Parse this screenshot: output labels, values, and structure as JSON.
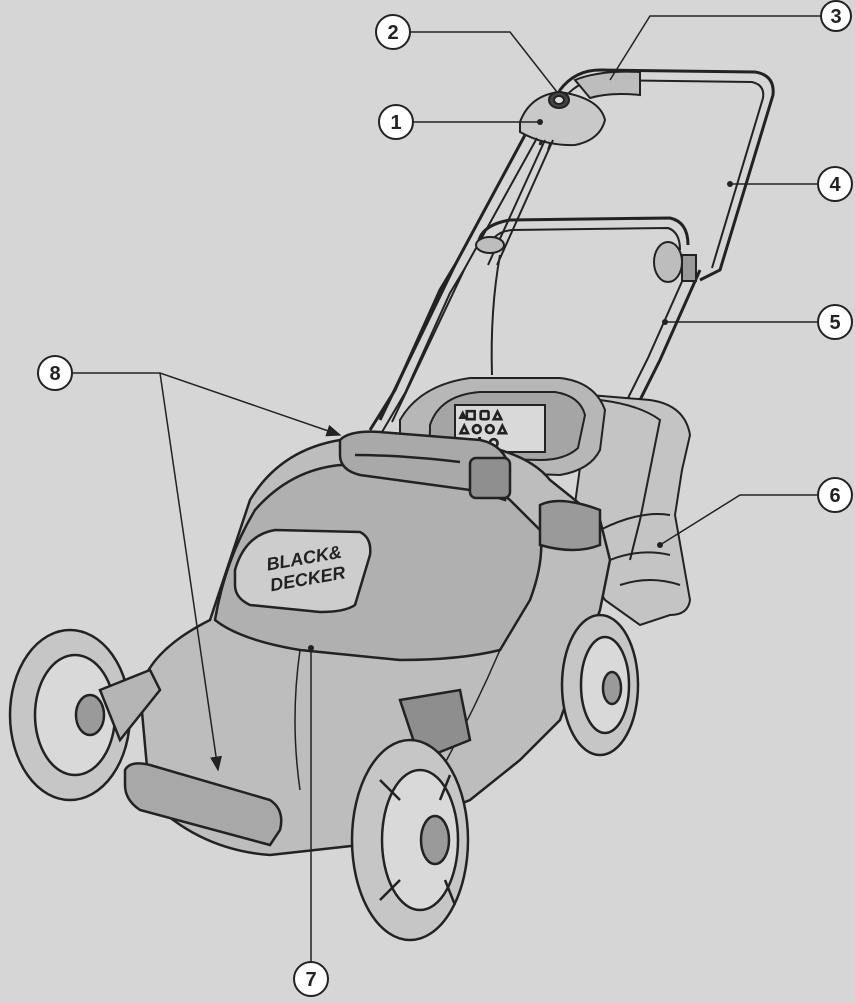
{
  "figure": {
    "background_color": "#d6d6d6",
    "line_color": "#222222",
    "body_tint": "#bdbdbd",
    "dark_tint": "#9a9a9a"
  },
  "callouts": [
    {
      "number": "1",
      "target": "switch-box"
    },
    {
      "number": "2",
      "target": "lock-off-button"
    },
    {
      "number": "3",
      "target": "switch-lever"
    },
    {
      "number": "4",
      "target": "upper-handle"
    },
    {
      "number": "5",
      "target": "lower-handle"
    },
    {
      "number": "6",
      "target": "grass-box"
    },
    {
      "number": "7",
      "target": "deck-cover"
    },
    {
      "number": "8",
      "target": "height-adjuster"
    }
  ],
  "logo": {
    "line1": "BLACK&",
    "line2": "DECKER"
  },
  "control_panel": {
    "row1": "▵□ ▢ △",
    "row2": "△ ○ ○ △",
    "row3": "—o|- ○"
  }
}
